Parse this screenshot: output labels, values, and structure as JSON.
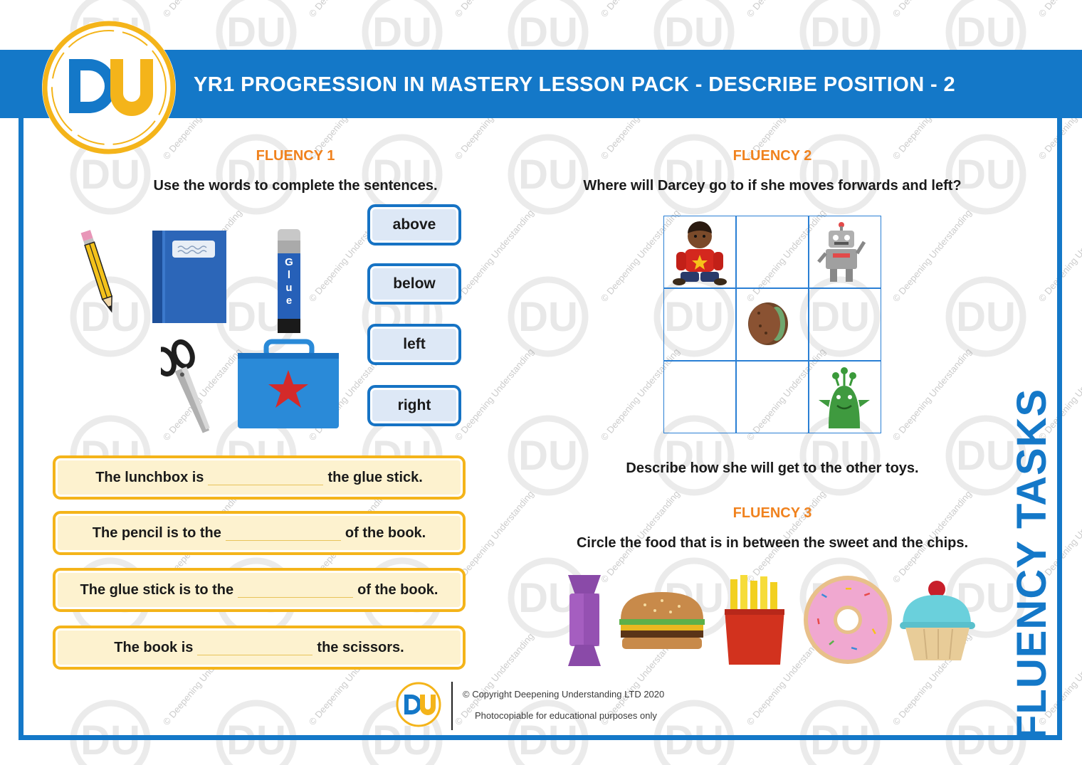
{
  "header": {
    "title": "YR1 PROGRESSION IN MASTERY LESSON PACK - DESCRIBE POSITION - 2",
    "logo_text": "DU"
  },
  "side_title": "FLUENCY TASKS",
  "watermark": {
    "logo_text": "DU",
    "text": "© Deepening Understanding"
  },
  "fluency1": {
    "heading": "FLUENCY 1",
    "instruction": "Use the words to complete the sentences.",
    "glue_label": [
      "G",
      "l",
      "u",
      "e"
    ],
    "words": [
      "above",
      "below",
      "left",
      "right"
    ],
    "sentences": [
      {
        "before": "The lunchbox is",
        "after": "the glue stick."
      },
      {
        "before": "The pencil is to the",
        "after": "of the book."
      },
      {
        "before": "The glue stick is to the",
        "after": "of the book."
      },
      {
        "before": "The book is",
        "after": "the scissors."
      }
    ]
  },
  "fluency2": {
    "heading": "FLUENCY 2",
    "instruction": "Where will Darcey go to if she moves forwards and left?",
    "question2": "Describe how she will get to the other toys."
  },
  "fluency3": {
    "heading": "FLUENCY 3",
    "instruction": "Circle the food that is in between the sweet and the chips."
  },
  "footer": {
    "logo_text": "DU",
    "copyright": "© Copyright Deepening Understanding LTD 2020",
    "note": "Photocopiable for educational purposes only"
  },
  "colors": {
    "brand_blue": "#1478c8",
    "brand_yellow": "#f4b41a",
    "heading_orange": "#f0821e"
  }
}
